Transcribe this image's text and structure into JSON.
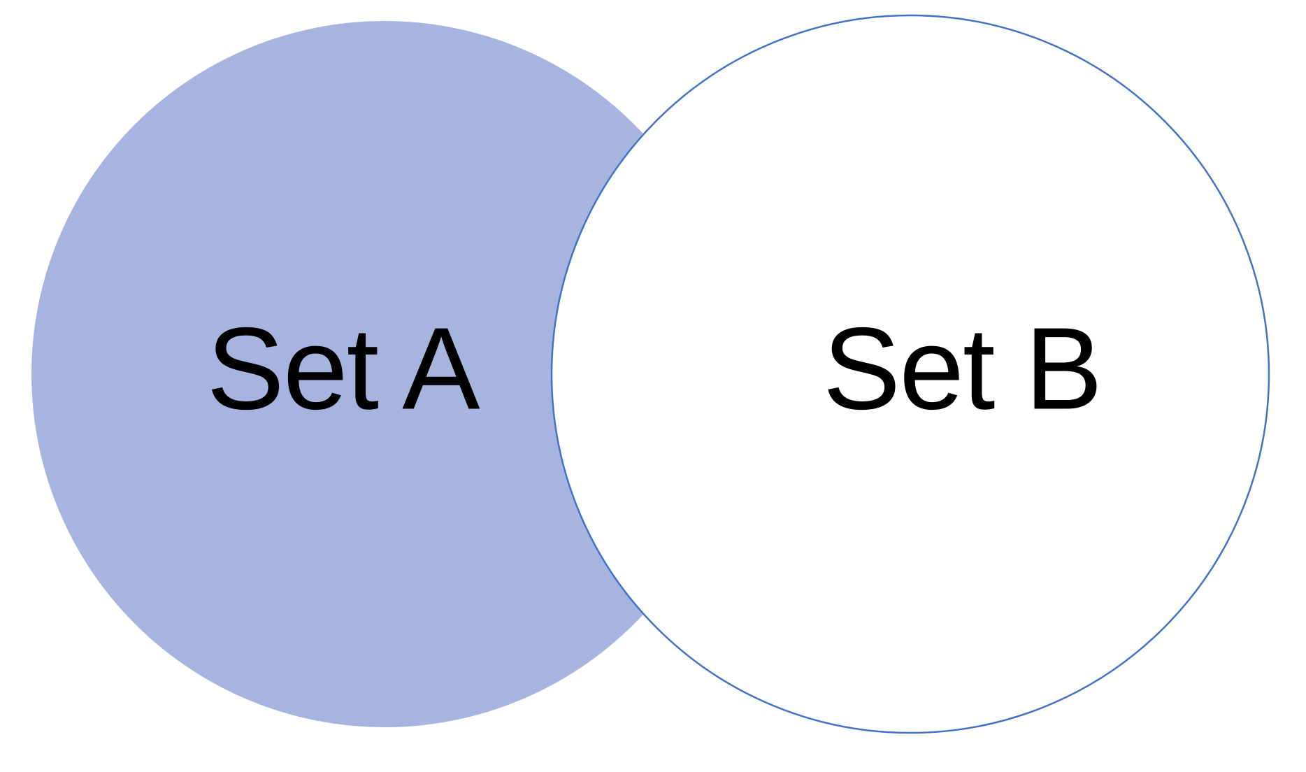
{
  "diagram": {
    "type": "venn-two-circles",
    "background_color": "#ffffff",
    "text_color": "#000000",
    "set_a": {
      "label": "Set A",
      "fill_color": "#a7b4df",
      "outline_color": "none"
    },
    "set_b": {
      "label": "Set B",
      "fill_color": "#ffffff",
      "outline_color": "#4472c4"
    }
  }
}
